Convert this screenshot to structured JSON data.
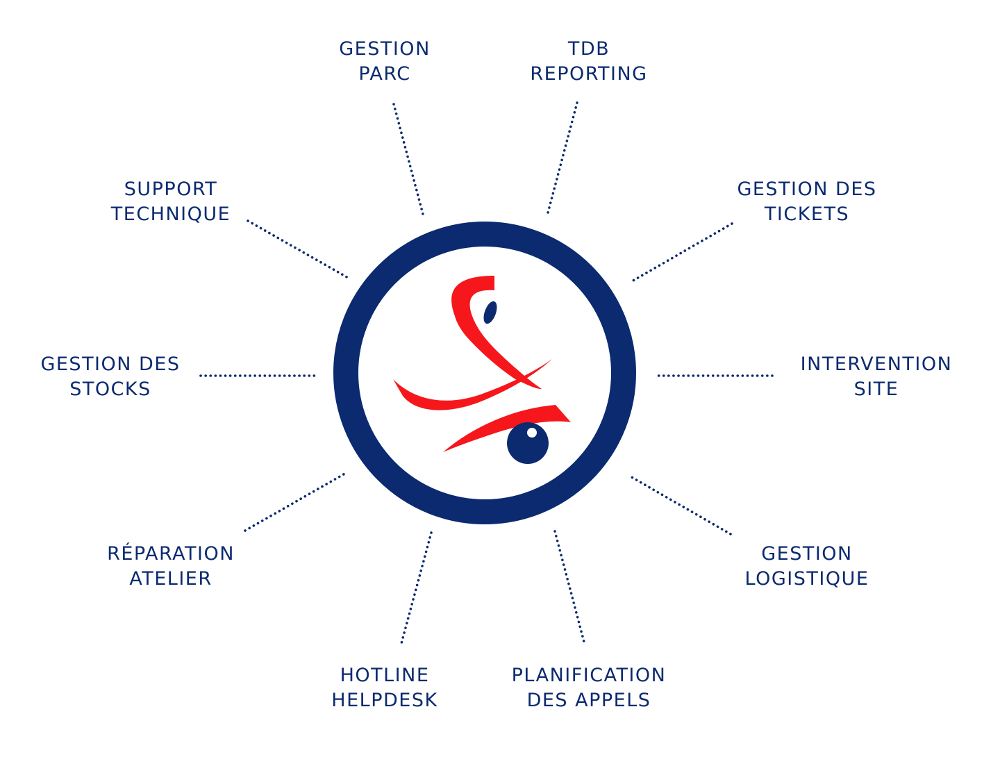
{
  "colors": {
    "navy": "#0b2a6f",
    "red": "#f5171b",
    "background": "#ffffff"
  },
  "nodes": [
    {
      "id": "gestion-parc",
      "line1": "GESTION",
      "line2": "PARC"
    },
    {
      "id": "tdb-reporting",
      "line1": "TDB",
      "line2": "REPORTING"
    },
    {
      "id": "gestion-des-tickets",
      "line1": "GESTION DES",
      "line2": "TICKETS"
    },
    {
      "id": "intervention-site",
      "line1": "INTERVENTION",
      "line2": "SITE"
    },
    {
      "id": "gestion-logistique",
      "line1": "GESTION",
      "line2": "LOGISTIQUE"
    },
    {
      "id": "planification-des-appels",
      "line1": "PLANIFICATION",
      "line2": "DES APPELS"
    },
    {
      "id": "hotline-helpdesk",
      "line1": "HOTLINE",
      "line2": "HELPDESK"
    },
    {
      "id": "reparation-atelier",
      "line1": "RÉPARATION",
      "line2": "ATELIER"
    },
    {
      "id": "gestion-des-stocks",
      "line1": "GESTION DES",
      "line2": "STOCKS"
    },
    {
      "id": "support-technique",
      "line1": "SUPPORT",
      "line2": "TECHNIQUE"
    }
  ],
  "center_logo": {
    "icon": "stylized-figure-logo"
  }
}
